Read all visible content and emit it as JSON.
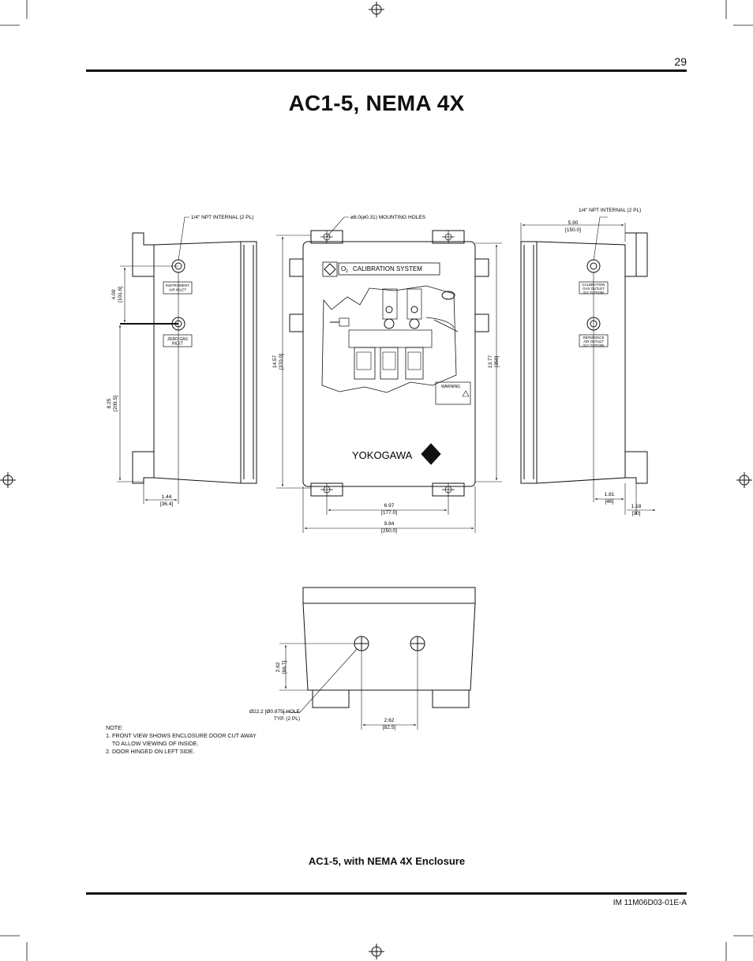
{
  "header": {
    "page_number": "29"
  },
  "title": "AC1-5, NEMA 4X",
  "caption": "AC1-5, with NEMA 4X Enclosure",
  "footer": {
    "doc_id": "IM 11M06D03-01E-A"
  },
  "drawing": {
    "callouts": {
      "npt_left": "1/4\" NPT INTERNAL (2 PL)",
      "npt_right": "1/4\" NPT INTERNAL (2 PL)",
      "mounting_holes": "ø8.0(ø0.31) MOUNTING HOLES",
      "hole": "Ø22.2 [Ø0.875] HOLE",
      "hole_typ": "TYP. (2 PL)"
    },
    "dims": {
      "left_4_00": "4.00",
      "left_101_6": "[101.6]",
      "left_8_25": "8.25",
      "left_209_5": "[209.5]",
      "bottom_1_44": "1.44",
      "bottom_36_4": "[36.4]",
      "front_14_57": "14.57",
      "front_370_0": "[370.0]",
      "front_13_77": "13.77",
      "front_350": "[350]",
      "front_6_97": "6.97",
      "front_177_0": "[177.0]",
      "front_9_84": "9.84",
      "front_250_0": "[250.0]",
      "right_5_90": "5.90",
      "right_150_0": "[150.0]",
      "right_1_81": "1.81",
      "right_46": "[46]",
      "right_1_18": "1.18",
      "right_30": "[30]",
      "bottom_2_62_v": "2.62",
      "bottom_66_7": "[66.7]",
      "bottom_2_62_h": "2.62",
      "bottom_82_5": "[82.5]"
    },
    "panel": {
      "o2": "O",
      "o2_sub": "2",
      "system_name": "CALIBRATION SYSTEM",
      "brand": "YOKOGAWA",
      "warning": "WARNING"
    },
    "labels": {
      "instrument_air_1": "INSTRUMENT",
      "instrument_air_2": "AIR INLET",
      "zero_gas_1": "ZERO GAS",
      "zero_gas_2": "INLET",
      "cal_gas_1": "CALIBRATION",
      "cal_gas_2": "GAS OUTLET",
      "cal_gas_3": "OUT TO PROBE",
      "ref_air_1": "REFERENCE",
      "ref_air_2": "AIR OUTLET",
      "ref_air_3": "OUT TO PROBE"
    }
  },
  "notes": {
    "heading": "NOTE:",
    "items": [
      "1. FRONT VIEW SHOWS ENCLOSURE DOOR CUT AWAY",
      "    TO ALLOW VIEWING OF INSIDE.",
      "2. DOOR HINGED ON LEFT SIDE."
    ]
  }
}
